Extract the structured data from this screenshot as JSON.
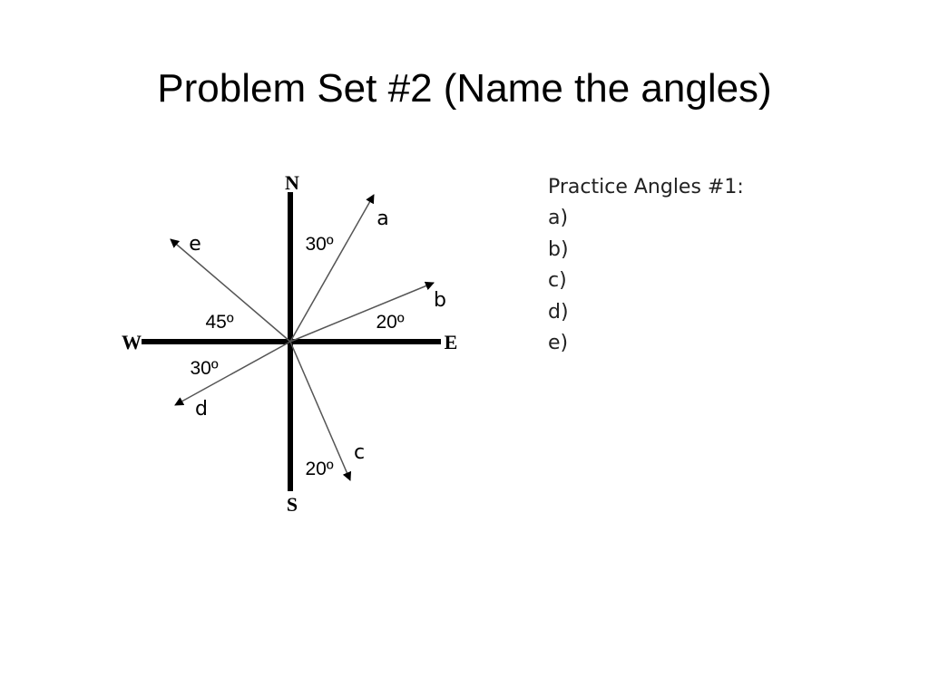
{
  "title": "Problem Set #2 (Name the angles)",
  "diagram": {
    "compass": {
      "north": "N",
      "south": "S",
      "east": "E",
      "west": "W"
    },
    "rays": {
      "a": "a",
      "b": "b",
      "c": "c",
      "d": "d",
      "e": "e"
    },
    "angles": {
      "a_from_north": "30º",
      "b_from_east": "20º",
      "c_from_south": "20º",
      "d_from_west": "30º",
      "e_from_west": "45º"
    }
  },
  "practice": {
    "heading": "Practice Angles #1:",
    "items": [
      "a)",
      "b)",
      "c)",
      "d)",
      "e)"
    ]
  }
}
